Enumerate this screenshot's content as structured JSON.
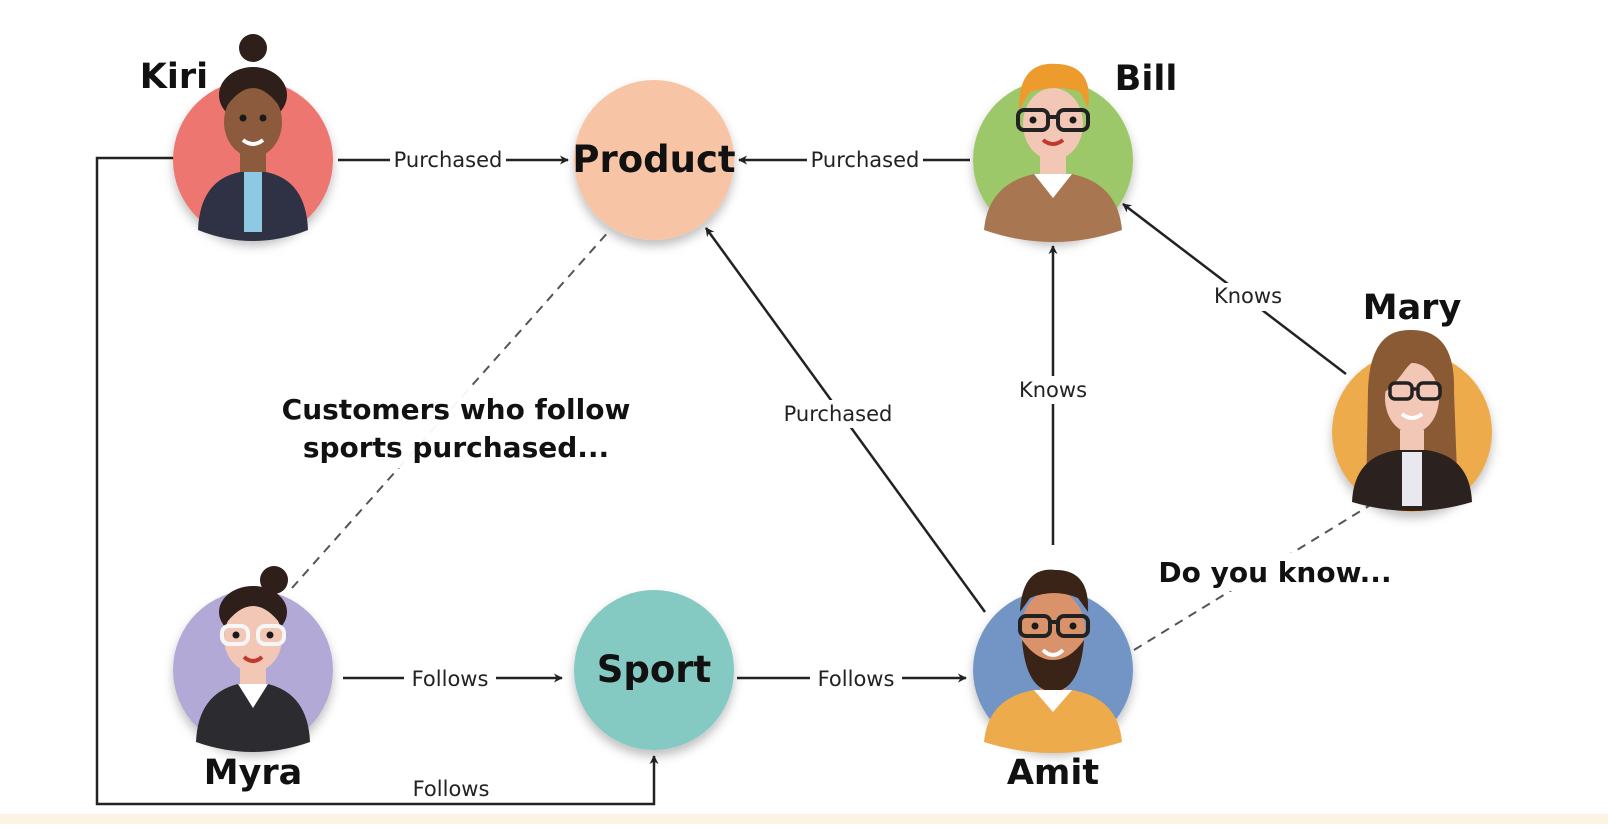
{
  "colors": {
    "product": "#f7c5a5",
    "sport": "#84c9c2",
    "kiri": "#ee7670",
    "bill": "#9cc86a",
    "mary": "#eeab4c",
    "myra": "#b3a9d6",
    "amit": "#7295c6",
    "bottom_strip": "#fbf4e4"
  },
  "nodes": {
    "product": "Product",
    "sport": "Sport"
  },
  "people": {
    "kiri": "Kiri",
    "bill": "Bill",
    "mary": "Mary",
    "myra": "Myra",
    "amit": "Amit"
  },
  "edges": {
    "kiri_product": "Purchased",
    "bill_product": "Purchased",
    "amit_product": "Purchased",
    "amit_bill": "Knows",
    "mary_bill": "Knows",
    "myra_sport": "Follows",
    "sport_amit": "Follows",
    "kiri_sport": "Follows"
  },
  "annotations": {
    "customers_line1": "Customers who follow",
    "customers_line2": "sports purchased...",
    "do_you_know": "Do you know..."
  }
}
